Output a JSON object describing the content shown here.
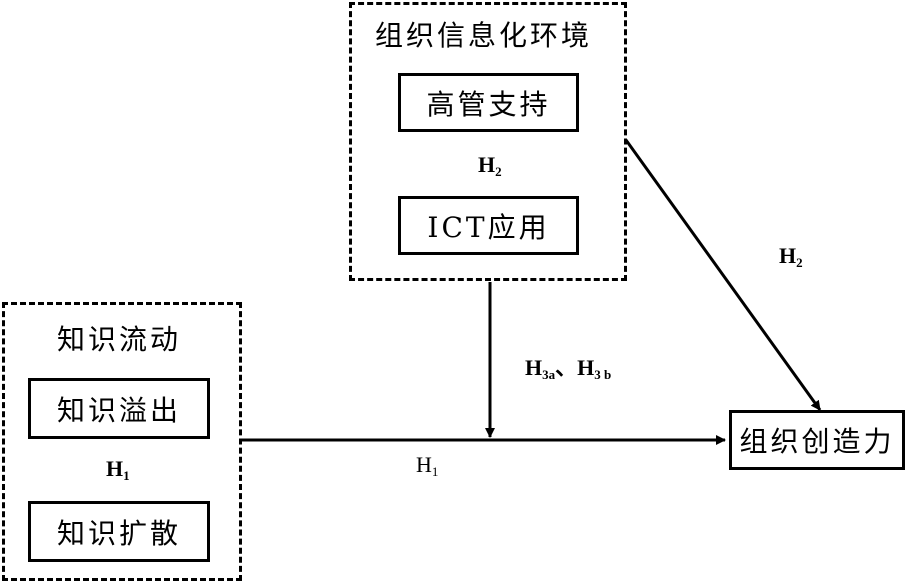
{
  "environment": {
    "title": "组织信息化环境",
    "items": [
      "高管支持",
      "ICT应用"
    ],
    "inner_hypothesis": {
      "main": "H",
      "sub": "2"
    }
  },
  "knowledge_flow": {
    "title": "知识流动",
    "items": [
      "知识溢出",
      "知识扩散"
    ],
    "inner_hypothesis": {
      "main": "H",
      "sub": "1"
    }
  },
  "outcome": {
    "label": "组织创造力"
  },
  "arrows": {
    "h2_direct": {
      "main": "H",
      "sub": "2"
    },
    "h3_moderation": {
      "main": "H",
      "sub_a": "3a",
      "separator": "、",
      "main_b": "H",
      "sub_b": "3 b"
    },
    "h1_main": {
      "main": "H",
      "sub": "1"
    }
  }
}
